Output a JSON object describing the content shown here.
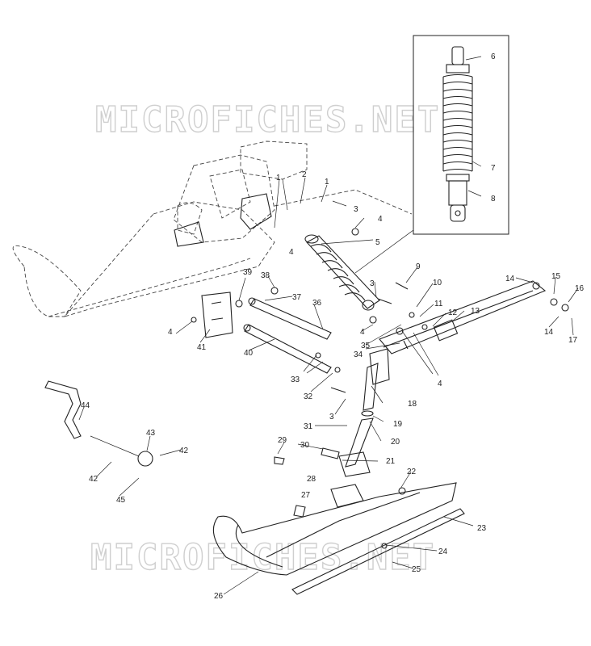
{
  "watermark": {
    "top_text": "MICROFICHES.NET",
    "bottom_text": "MICROFICHES.NET"
  },
  "callouts": {
    "c1a": "1",
    "c1b": "1",
    "c2": "2",
    "c3a": "3",
    "c3b": "3",
    "c3c": "3",
    "c4a": "4",
    "c4b": "4",
    "c4c": "4",
    "c4d": "4",
    "c4e": "4",
    "c5": "5",
    "c6": "6",
    "c7": "7",
    "c8": "8",
    "c9": "9",
    "c10": "10",
    "c11": "11",
    "c12": "12",
    "c13": "13",
    "c14a": "14",
    "c14b": "14",
    "c15": "15",
    "c16": "16",
    "c17": "17",
    "c18": "18",
    "c19": "19",
    "c20": "20",
    "c21": "21",
    "c22": "22",
    "c23": "23",
    "c24": "24",
    "c25": "25",
    "c26": "26",
    "c27": "27",
    "c28": "28",
    "c29": "29",
    "c30": "30",
    "c31": "31",
    "c32": "32",
    "c33": "33",
    "c34": "34",
    "c35": "35",
    "c36": "36",
    "c37": "37",
    "c38": "38",
    "c39": "39",
    "c40": "40",
    "c41": "41",
    "c42a": "42",
    "c42b": "42",
    "c43": "43",
    "c44": "44",
    "c45": "45"
  },
  "colors": {
    "line": "#222222",
    "watermark": "#cfcfcf",
    "background": "#ffffff"
  }
}
